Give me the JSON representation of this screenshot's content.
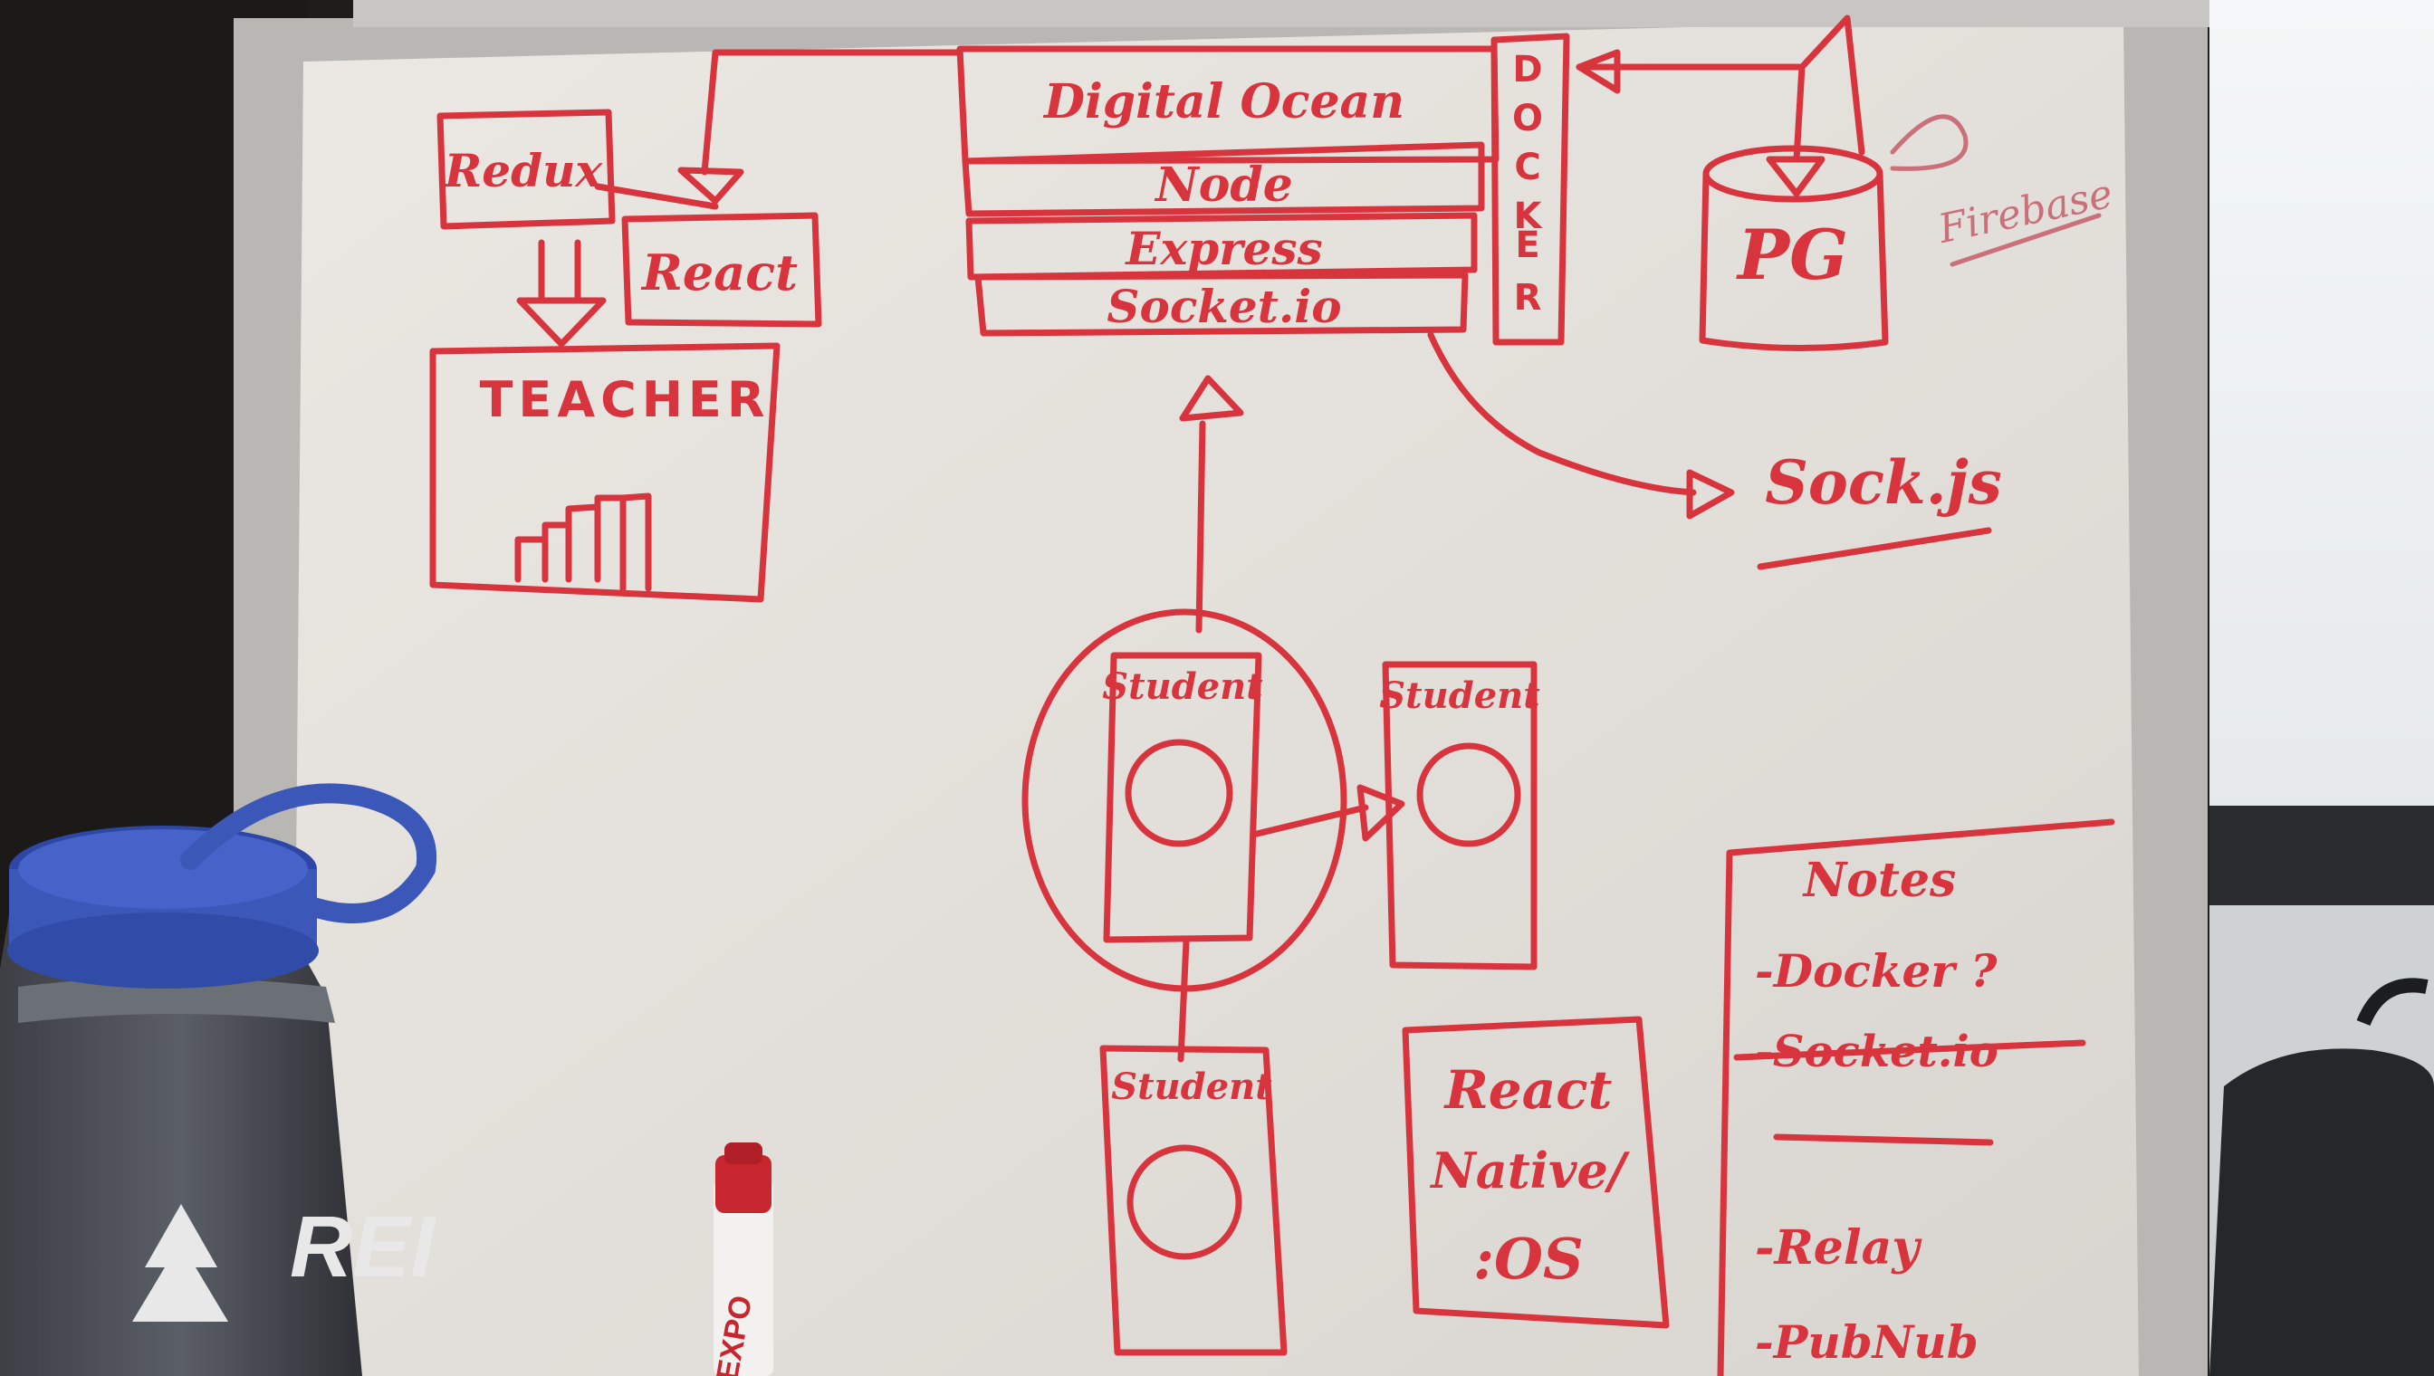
{
  "colors": {
    "board": "#e4e0db",
    "ink": "#d8343e",
    "frame": "#b9b7b3",
    "bottle_cap": "#3b57b8"
  },
  "board": {
    "redux": "Redux",
    "react": "React",
    "teacher": "TEACHER",
    "stack": [
      "Digital Ocean",
      "Node",
      "Express",
      "Socket.io"
    ],
    "docker_letters": [
      "D",
      "O",
      "C",
      "K",
      "E",
      "R"
    ],
    "pg": "PG",
    "firebase": "Firebase",
    "sockjs": "Sock.js",
    "student_1": "Student",
    "student_2": "Student",
    "student_3": "Student",
    "react_native_line1": "React",
    "react_native_line2": "Native/",
    "react_native_line3": ":OS",
    "notes_title": "Notes",
    "notes_items": [
      "-Docker ?",
      "-Socket.io",
      "-Relay",
      "-PubNub"
    ]
  },
  "bottle": {
    "brand": "REI",
    "icon": "tree-icon"
  },
  "marker": {
    "brand": "EXPO"
  }
}
